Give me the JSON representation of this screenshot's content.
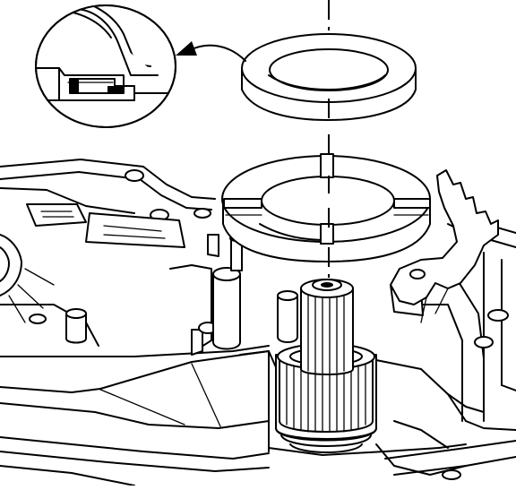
{
  "figure": {
    "type": "exploded-assembly-illustration",
    "parts": [
      "inset-detail-view",
      "callout-arrow",
      "upper-ring-washer",
      "lower-split-washer",
      "splined-shaft-gear",
      "transmission-case",
      "centerline"
    ],
    "colors": {
      "line": "#000000",
      "background": "#ffffff"
    }
  }
}
